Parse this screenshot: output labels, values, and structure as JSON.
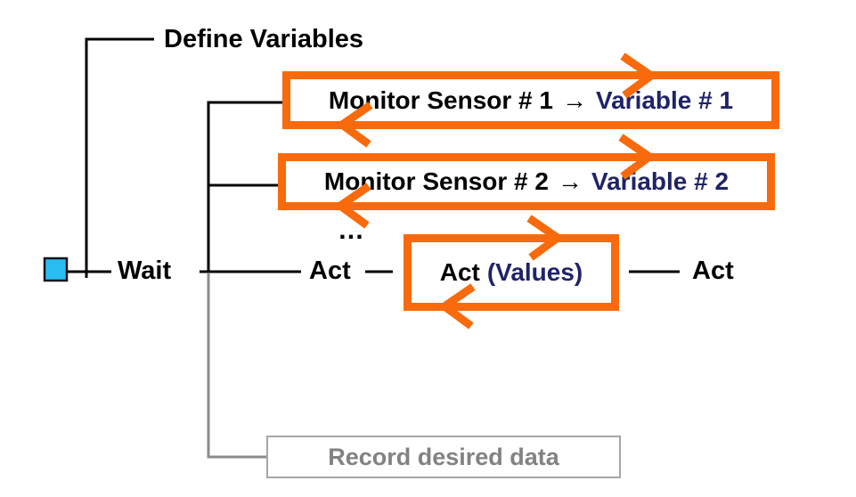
{
  "diagram": {
    "define_variables_label": "Define Variables",
    "monitor_sensor_1": {
      "action": "Monitor Sensor # 1",
      "arrow": "→",
      "result": "Variable # 1"
    },
    "monitor_sensor_2": {
      "action": "Monitor Sensor # 2",
      "arrow": "→",
      "result": "Variable # 2"
    },
    "ellipsis": "…",
    "wait_label": "Wait",
    "act_label_first": "Act",
    "act_values": {
      "action": "Act",
      "values": "(Values)"
    },
    "act_label_last": "Act",
    "record_label": "Record desired data",
    "colors": {
      "loop_orange": "#F86A0B",
      "variable_navy": "#202368",
      "line_black": "#000000",
      "connector_gray": "#8C8C8C",
      "record_text_gray": "#828282",
      "record_border_gray": "#A6A6A6",
      "start_square_cyan": "#29BEF2"
    },
    "icons": {
      "start_square": "cyan filled square",
      "loop_forward_arrow": "orange chevron pointing right on top edge of loop box",
      "loop_back_arrow": "orange chevron pointing left on bottom edge of loop box",
      "assign_arrow": "black right arrow glyph"
    }
  }
}
